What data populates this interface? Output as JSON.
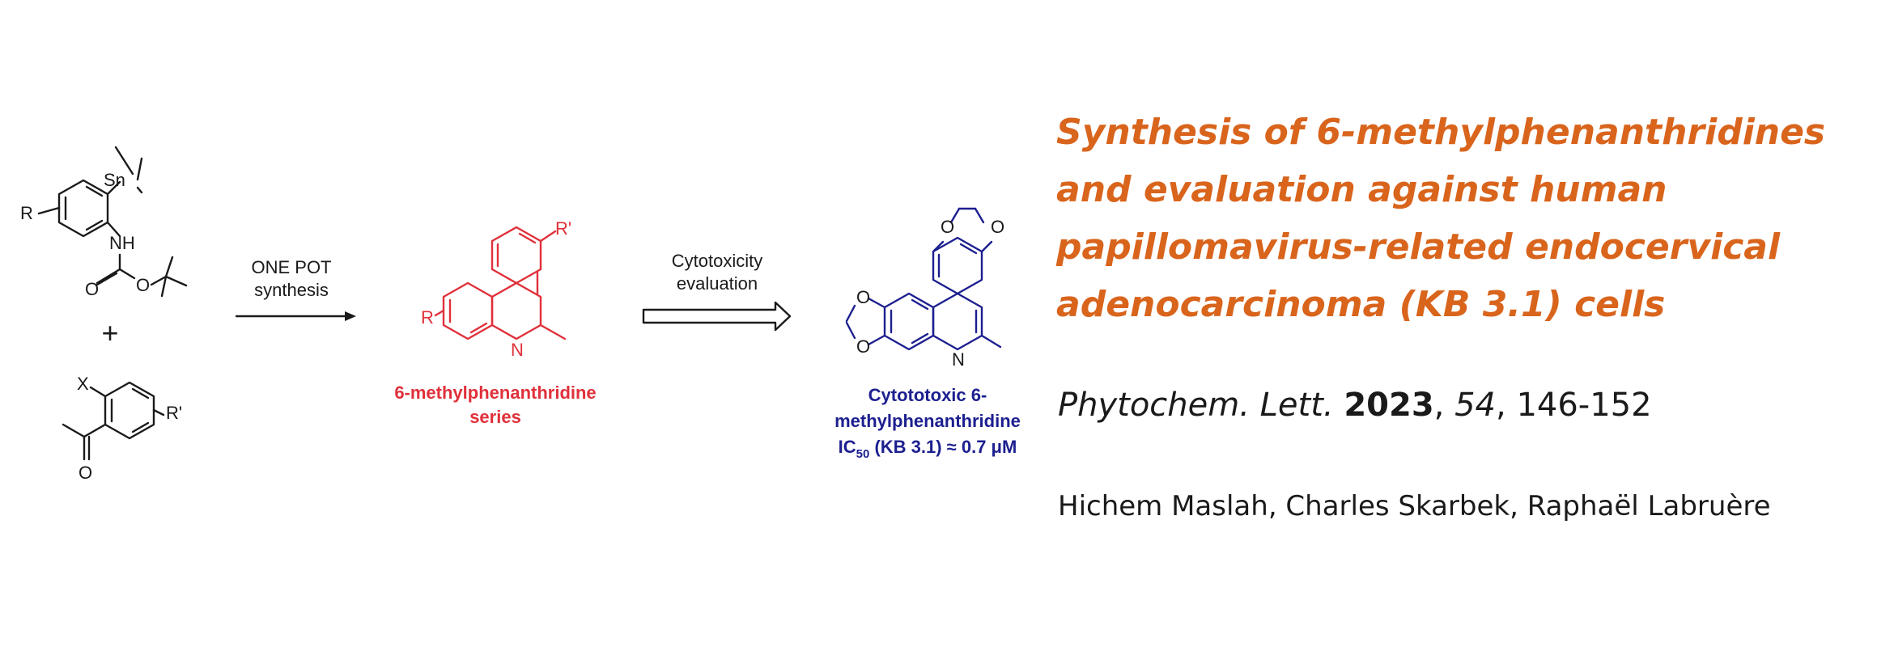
{
  "title": "Synthesis of 6-methylphenanthridines and evaluation against human papillomavirus-related endocervical adenocarcinoma (KB 3.1) cells",
  "citation": {
    "journal": "Phytochem. Lett.",
    "year": "2023",
    "volume": "54",
    "pages": "146-152"
  },
  "authors": "Hichem Maslah, Charles Skarbek,  Raphaël Labruère",
  "scheme": {
    "reactant1_atoms": {
      "sn": "Sn",
      "nh": "NH",
      "o1": "O",
      "o2": "O",
      "r": "R"
    },
    "plus": "+",
    "reactant2_atoms": {
      "x": "X",
      "o": "O",
      "rprime": "R'"
    },
    "step1": {
      "line1": "ONE POT",
      "line2": "synthesis"
    },
    "step2": {
      "line1": "Cytotoxicity",
      "line2": "evaluation"
    },
    "product_series": {
      "atoms": {
        "r": "R",
        "rprime": "R'",
        "n": "N"
      },
      "caption_line1": "6-methylphenanthridine",
      "caption_line2": "series"
    },
    "lead_compound": {
      "atoms": {
        "o1": "O",
        "o2": "O",
        "o3": "O",
        "o4": "O",
        "n": "N"
      },
      "caption_line1": "Cytototoxic 6-",
      "caption_line2": "methylphenanthridine",
      "ic_prefix": "IC",
      "ic_sub": "50",
      "ic_rest": " (KB 3.1) ≈ 0.7 μM"
    }
  },
  "colors": {
    "title": "#d9641c",
    "series": "#e0303a",
    "lead": "#1c1f8f"
  }
}
